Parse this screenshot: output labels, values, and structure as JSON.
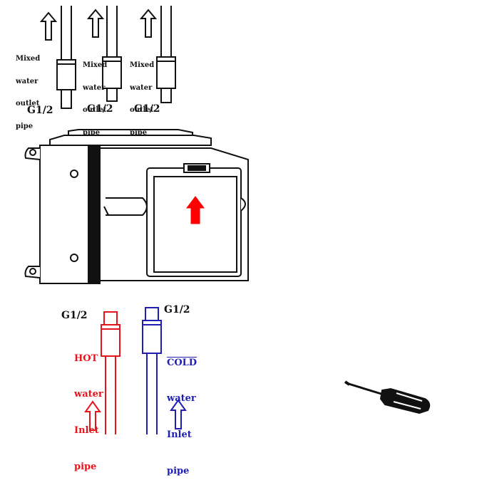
{
  "colors": {
    "ink": "#111111",
    "hot": "#e8141c",
    "cold": "#1f1fb4",
    "arrow_red": "#ff0000"
  },
  "top_outlets": {
    "mixed_label_1": [
      "Mixed",
      "water",
      "outlet",
      "pipe"
    ],
    "mixed_label_2": [
      "Mixed",
      "water",
      "outlet",
      "pipe"
    ],
    "mixed_label_3": [
      "Mixed",
      "water",
      "outlet",
      "pipe"
    ],
    "thread_1": "G1/2",
    "thread_2": "G1/2",
    "thread_3": "G1/2"
  },
  "bottom_inlets": {
    "hot_thread": "G1/2",
    "cold_thread": "G1/2",
    "hot_label": [
      "HOT",
      "water",
      "Inlet",
      "pipe"
    ],
    "cold_label": [
      "COLD",
      "water",
      "Inlet",
      "pipe"
    ]
  },
  "icons": {
    "valve_body": "concealed-valve-box-icon",
    "red_arrow": "up-arrow-red-icon",
    "tool": "screwdriver-icon"
  }
}
